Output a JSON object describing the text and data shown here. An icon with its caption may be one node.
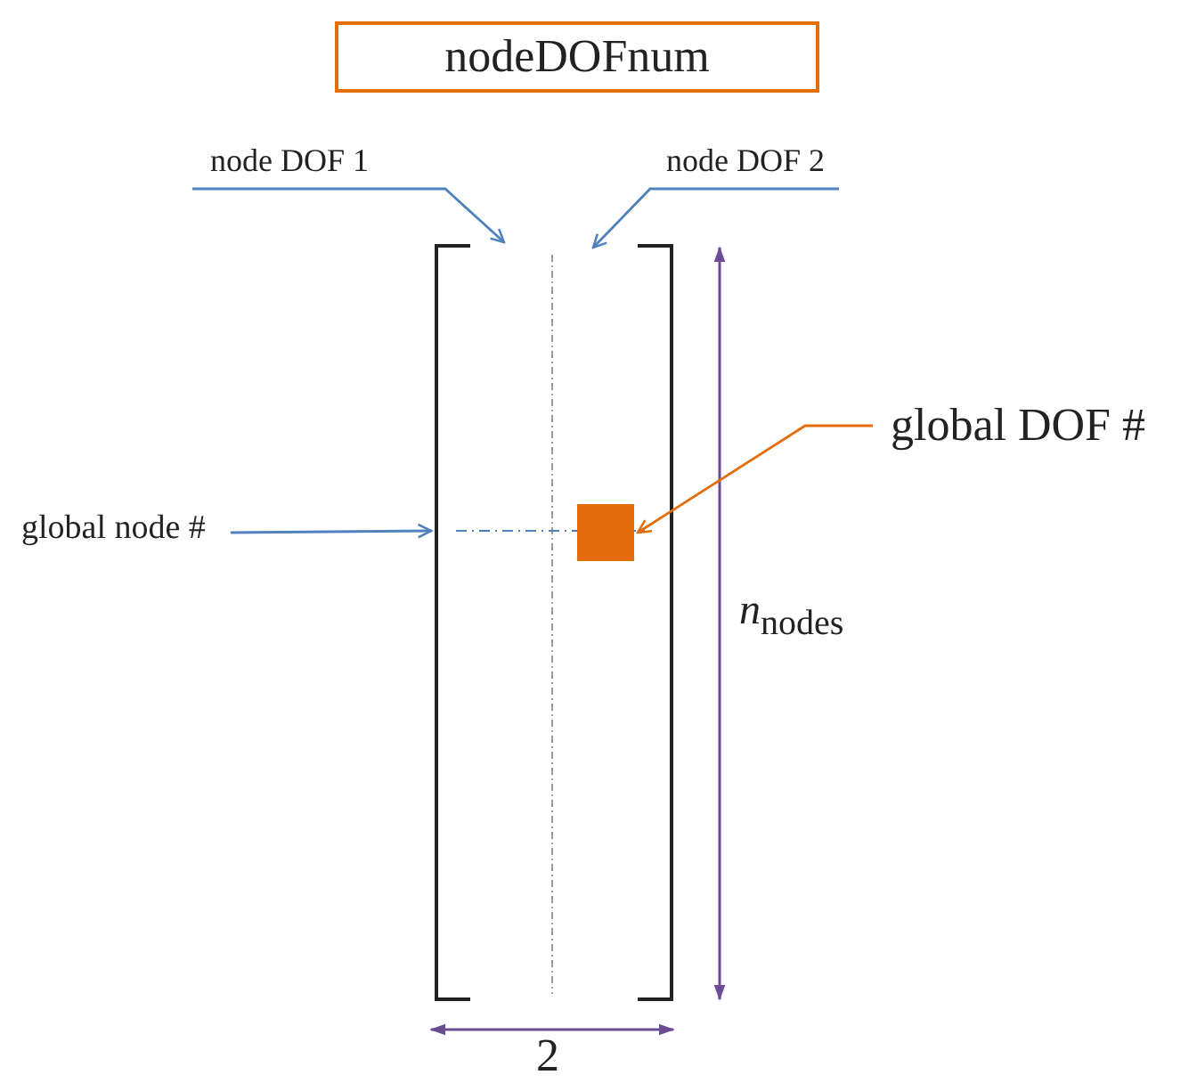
{
  "diagram": {
    "nodes": [
      {
        "text": [
          "nodeDOFnum"
        ]
      },
      {
        "text": [
          "node DOF 1"
        ]
      },
      {
        "text": [
          "node DOF 2"
        ]
      },
      {
        "text": [
          "global node #"
        ]
      },
      {
        "text": [],
        "shape": "matrix"
      },
      {
        "text": [],
        "shape": "box",
        "in": 4
      },
      {
        "text": [
          "global DOF #"
        ]
      }
    ],
    "edges": [
      {
        "from": 1,
        "to": 4,
        "arrow": "to"
      },
      {
        "from": 2,
        "to": 4,
        "arrow": "to"
      },
      {
        "from": 3,
        "to": 4,
        "arrow": "to"
      },
      {
        "from": 6,
        "to": 5,
        "arrow": "to",
        "color": "#e46c0a"
      }
    ],
    "labels": [
      "*n*$_{nodes}$",
      "2"
    ]
  }
}
